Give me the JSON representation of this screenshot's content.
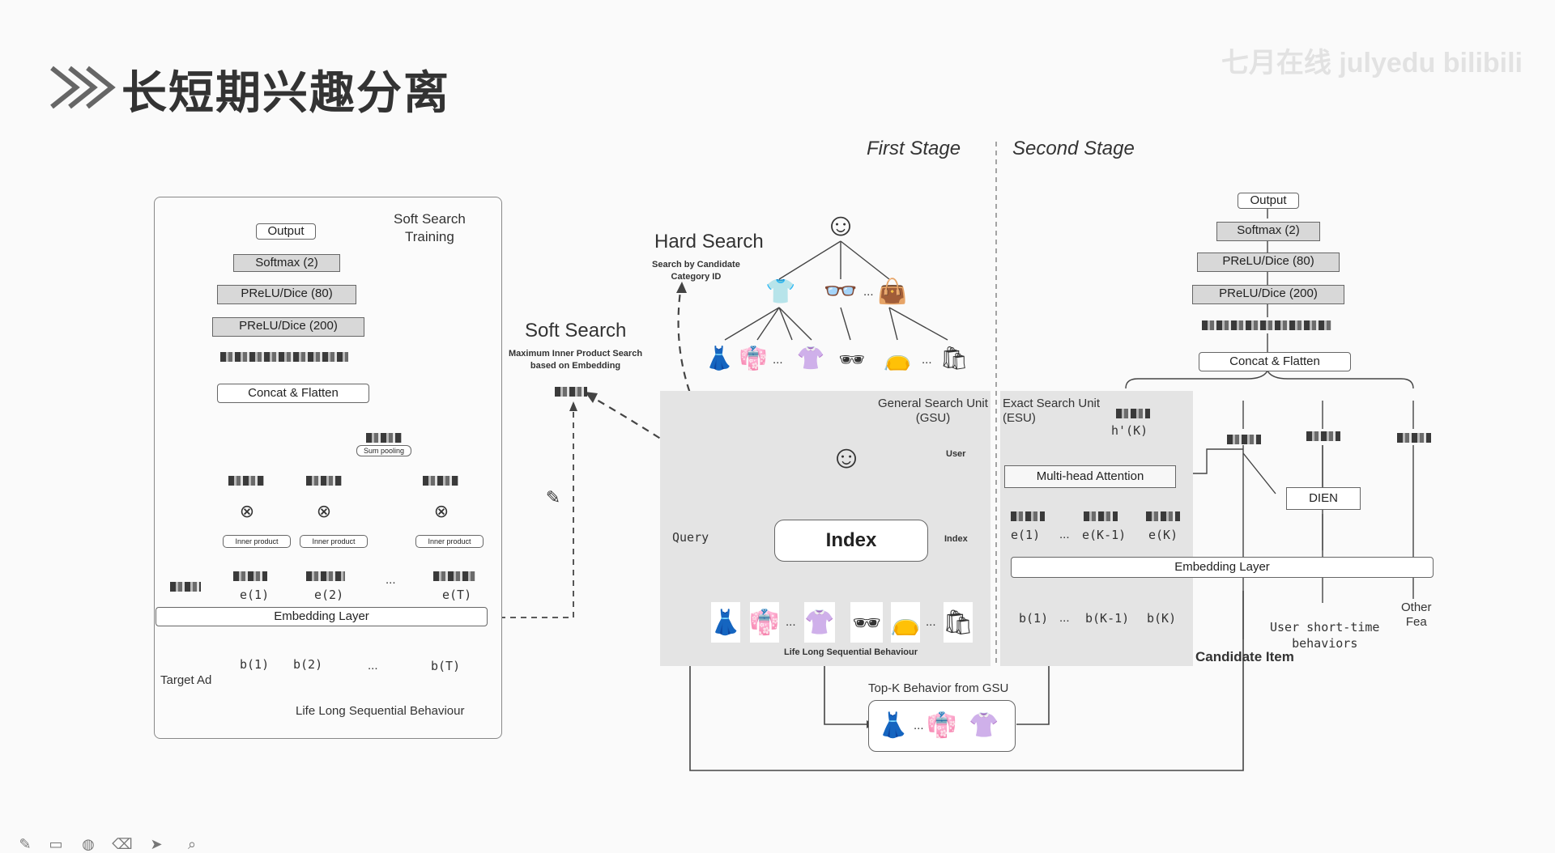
{
  "slide": {
    "title": "长短期兴趣分离",
    "watermark": "七月在线 julyedu  bilibili"
  },
  "stages": {
    "first": "First Stage",
    "second": "Second Stage"
  },
  "left": {
    "panel_title": "Soft Search\nTraining",
    "output": "Output",
    "softmax": "Softmax (2)",
    "prelu80": "PReLU/Dice (80)",
    "prelu200": "PReLU/Dice (200)",
    "concat": "Concat & Flatten",
    "sum_pooling": "Sum pooling",
    "inner_product": "Inner product",
    "e1": "e(1)",
    "e2": "e(2)",
    "eT": "e(T)",
    "dots": "...",
    "embedding": "Embedding Layer",
    "target_ad": "Target Ad",
    "b1": "b(1)",
    "b2": "b(2)",
    "bT": "b(T)",
    "sequence": "Life Long Sequential Behaviour"
  },
  "middle": {
    "hard_search": "Hard Search",
    "hard_search_sub": "Search by Candidate\nCategory ID",
    "soft_search": "Soft Search",
    "soft_search_sub": "Maximum Inner Product Search\nbased on Embedding",
    "gsu": "General Search Unit\n(GSU)",
    "user": "User",
    "index_label": "Index",
    "index_box": "Index",
    "query": "Query",
    "sequence": "Life Long Sequential Behaviour",
    "topk": "Top-K Behavior from GSU"
  },
  "right": {
    "esu": "Exact Search Unit\n(ESU)",
    "hk": "h'(K)",
    "mha": "Multi-head Attention",
    "e1": "e(1)",
    "eK1": "e(K-1)",
    "eK": "e(K)",
    "dots": "...",
    "b1": "b(1)",
    "bK1": "b(K-1)",
    "bK": "b(K)",
    "output": "Output",
    "softmax": "Softmax (2)",
    "prelu80": "PReLU/Dice (80)",
    "prelu200": "PReLU/Dice (200)",
    "concat": "Concat & Flatten",
    "dien": "DIEN",
    "embedding": "Embedding Layer",
    "candidate": "Candidate Item",
    "user_short": "User short-time\nbehaviors",
    "other": "Other\nFea"
  },
  "icons": [
    "user-avatar-icon",
    "tshirt-icon",
    "glasses-icon",
    "bag-icon",
    "dress-icon",
    "shirt-icon",
    "pen-icon"
  ],
  "toolbar": [
    "pen-tool-icon",
    "screen-icon",
    "palette-icon",
    "eraser-icon",
    "pointer-icon",
    "search-tool-icon"
  ]
}
